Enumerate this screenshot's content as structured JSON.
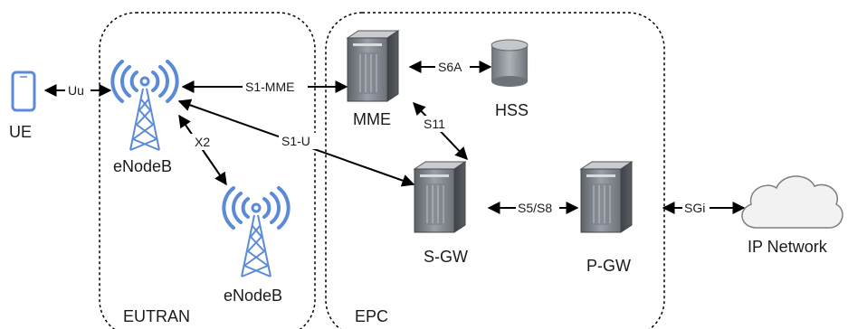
{
  "groups": {
    "eutran": "EUTRAN",
    "epc": "EPC"
  },
  "nodes": {
    "ue": "UE",
    "enodeb1": "eNodeB",
    "enodeb2": "eNodeB",
    "mme": "MME",
    "hss": "HSS",
    "sgw": "S-GW",
    "pgw": "P-GW",
    "ip_network": "IP Network"
  },
  "edges": {
    "uu": "Uu",
    "s1_mme": "S1-MME",
    "s1_u": "S1-U",
    "x2": "X2",
    "s6a": "S6A",
    "s11": "S11",
    "s5_s8": "S5/S8",
    "sgi": "SGi"
  },
  "colors": {
    "antenna_blue": "#5b8bd6",
    "server_gray": "#7a7f86",
    "server_dark": "#4a4e54",
    "cloud_gray": "#f2f2f2"
  }
}
